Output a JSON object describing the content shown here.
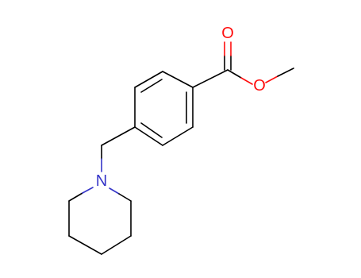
{
  "molecule": {
    "atoms": [
      {
        "symbol": "O",
        "color": "#ff0d0d"
      },
      {
        "symbol": "O",
        "color": "#ff0d0d"
      },
      {
        "symbol": "N",
        "color": "#3535c8"
      }
    ],
    "colors": {
      "bond": "#000000",
      "oxygen": "#ff0d0d",
      "nitrogen": "#3535c8",
      "background": "#ffffff"
    }
  }
}
